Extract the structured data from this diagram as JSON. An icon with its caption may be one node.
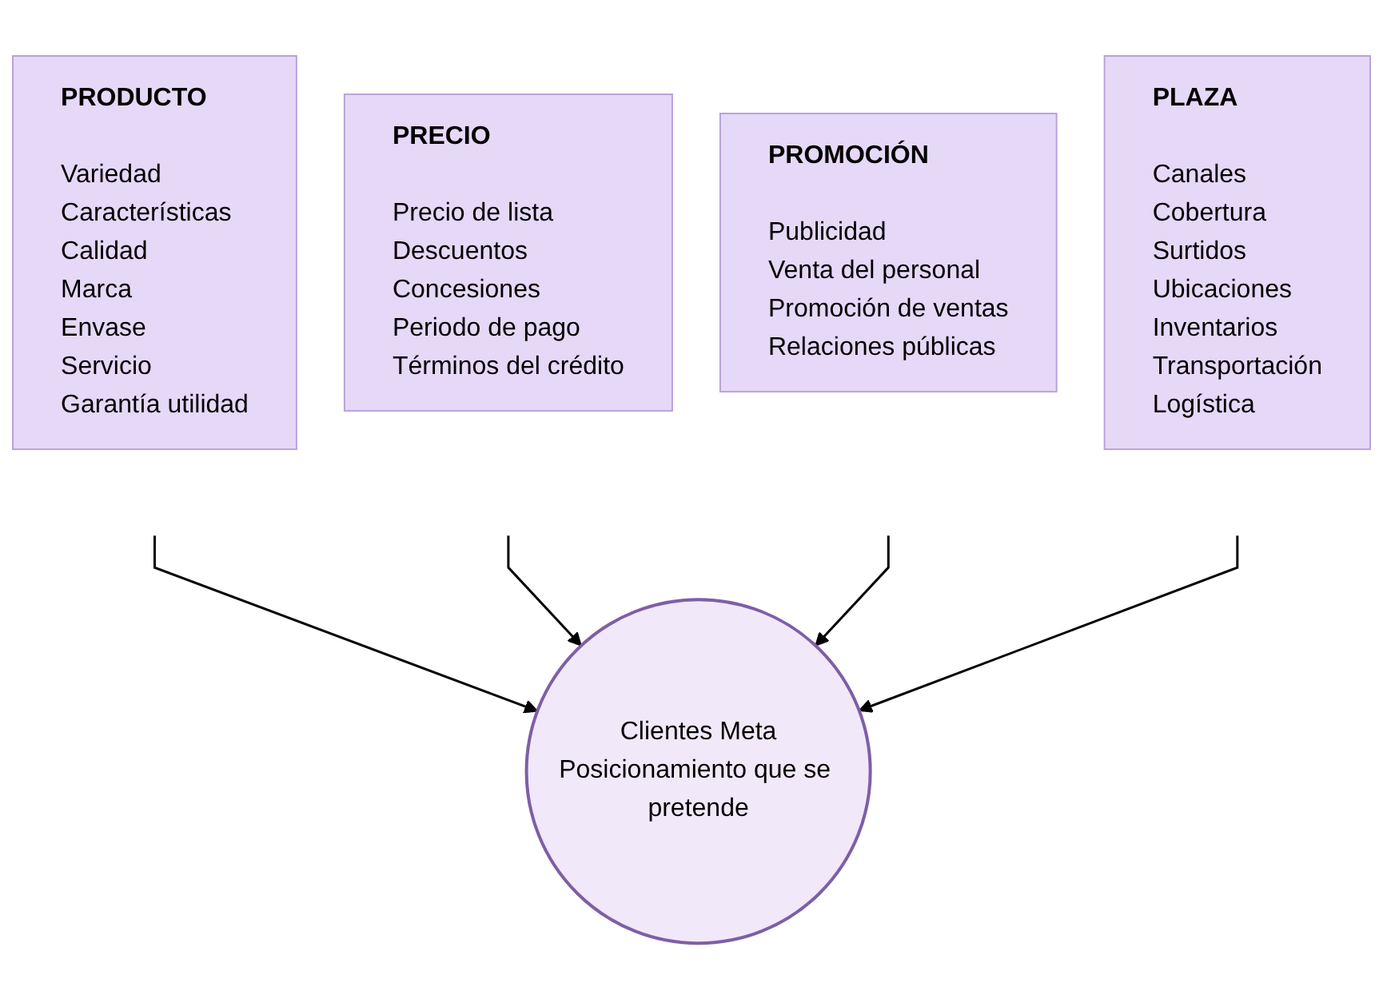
{
  "diagram": {
    "nodes": [
      {
        "text": [
          "PRODUCTO",
          "Variedad",
          "Características",
          "Calidad",
          "Marca",
          "Envase",
          "Servicio",
          "Garantía utilidad"
        ]
      },
      {
        "text": [
          "PRECIO",
          "Precio de lista",
          "Descuentos",
          "Concesiones",
          "Periodo de pago",
          "Términos del crédito"
        ]
      },
      {
        "text": [
          "Clientes Meta",
          "Posicionamiento que se pretende"
        ]
      },
      {
        "text": [
          "PROMOCIÓN",
          "Publicidad",
          "Venta del personal",
          "Promoción de ventas",
          "Relaciones públicas"
        ]
      },
      {
        "text": [
          "PLAZA",
          "Canales",
          "Cobertura",
          "Surtidos",
          "Ubicaciones",
          "Inventarios",
          "Transportación",
          "Logística"
        ]
      }
    ],
    "edges": [
      {
        "from": null,
        "to": 2,
        "arrow": "to"
      },
      {
        "from": null,
        "to": 2,
        "arrow": "to"
      },
      {
        "from": null,
        "to": 2,
        "arrow": "to"
      },
      {
        "from": null,
        "to": 2,
        "arrow": "to"
      }
    ]
  }
}
